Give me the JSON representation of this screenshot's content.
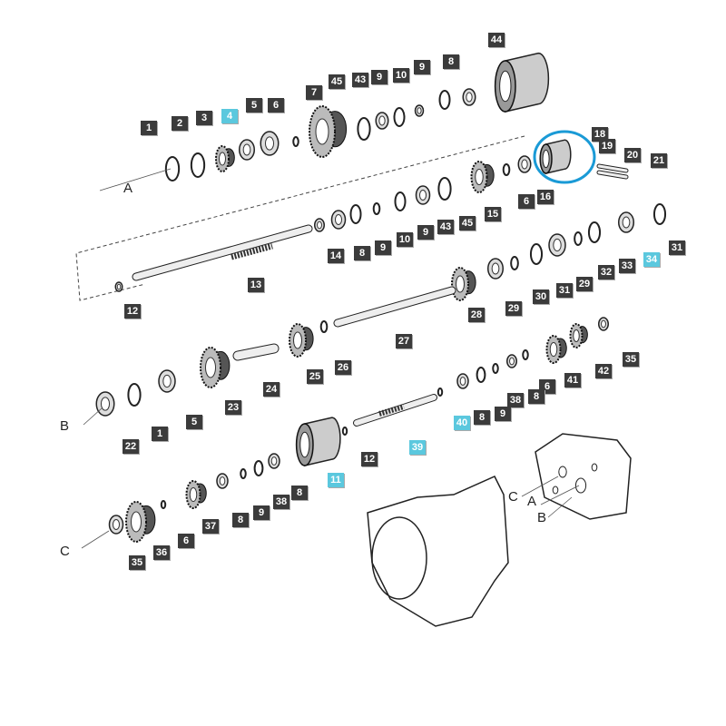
{
  "diagram": {
    "callouts": [
      {
        "text": "44"
      },
      {
        "text": "8"
      },
      {
        "text": "9"
      },
      {
        "text": "10"
      },
      {
        "text": "9"
      },
      {
        "text": "43"
      },
      {
        "text": "45"
      },
      {
        "text": "7"
      },
      {
        "text": "6"
      },
      {
        "text": "5"
      },
      {
        "text": "4",
        "highlighted": true
      },
      {
        "text": "3"
      },
      {
        "text": "2"
      },
      {
        "text": "1"
      },
      {
        "text": "18"
      },
      {
        "text": "19"
      },
      {
        "text": "20"
      },
      {
        "text": "21"
      },
      {
        "text": "16"
      },
      {
        "text": "6"
      },
      {
        "text": "15"
      },
      {
        "text": "45"
      },
      {
        "text": "43"
      },
      {
        "text": "9"
      },
      {
        "text": "10"
      },
      {
        "text": "9"
      },
      {
        "text": "8"
      },
      {
        "text": "14"
      },
      {
        "text": "31"
      },
      {
        "text": "34",
        "highlighted": true
      },
      {
        "text": "33"
      },
      {
        "text": "32"
      },
      {
        "text": "29"
      },
      {
        "text": "31"
      },
      {
        "text": "30"
      },
      {
        "text": "29"
      },
      {
        "text": "28"
      },
      {
        "text": "13"
      },
      {
        "text": "12"
      },
      {
        "text": "27"
      },
      {
        "text": "26"
      },
      {
        "text": "25"
      },
      {
        "text": "24"
      },
      {
        "text": "23"
      },
      {
        "text": "5"
      },
      {
        "text": "1"
      },
      {
        "text": "22"
      },
      {
        "text": "35"
      },
      {
        "text": "42"
      },
      {
        "text": "41"
      },
      {
        "text": "6"
      },
      {
        "text": "8"
      },
      {
        "text": "38"
      },
      {
        "text": "9"
      },
      {
        "text": "8"
      },
      {
        "text": "40",
        "highlighted": true
      },
      {
        "text": "39",
        "highlighted": true
      },
      {
        "text": "12"
      },
      {
        "text": "11",
        "highlighted": true
      },
      {
        "text": "8"
      },
      {
        "text": "38"
      },
      {
        "text": "9"
      },
      {
        "text": "8"
      },
      {
        "text": "37"
      },
      {
        "text": "6"
      },
      {
        "text": "36"
      },
      {
        "text": "35"
      }
    ],
    "reference_letters": [
      {
        "text": "A"
      },
      {
        "text": "B"
      },
      {
        "text": "C"
      },
      {
        "text": "C"
      },
      {
        "text": "A"
      },
      {
        "text": "B"
      }
    ],
    "colors": {
      "label_bg": "#3b3b3b",
      "label_highlight": "#5bc8de",
      "circle_highlight": "#1a9ad6"
    }
  }
}
